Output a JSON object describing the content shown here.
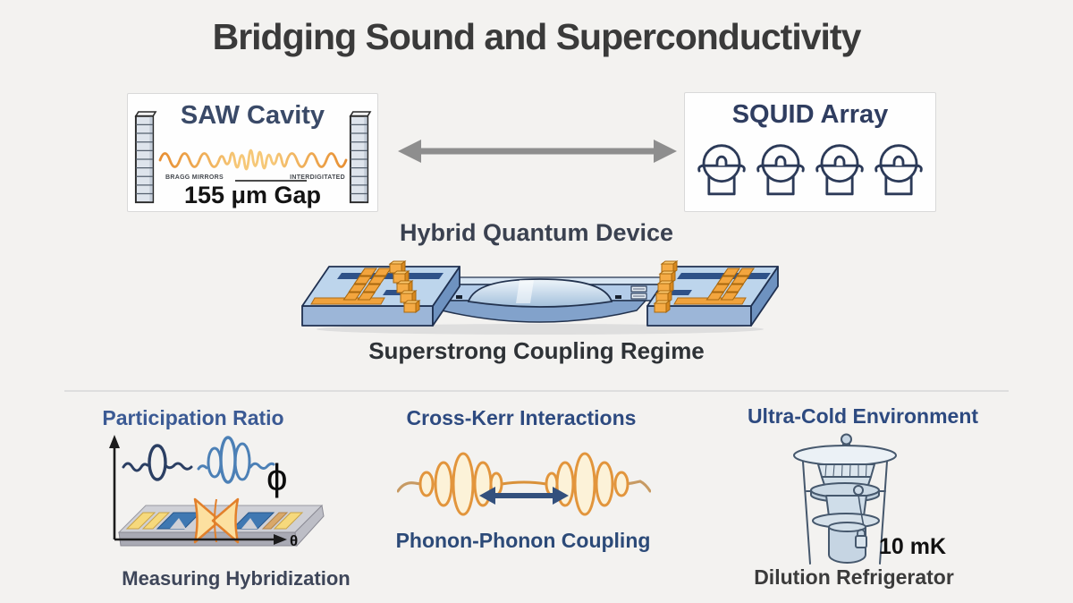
{
  "page": {
    "title": "Bridging Sound and Superconductivity"
  },
  "saw_cavity": {
    "title": "SAW Cavity",
    "left_mirror_label": "Bragg Mirrors",
    "right_mirror_label": "Interdigitated",
    "gap_label": "155 μm Gap"
  },
  "squid_array": {
    "title": "SQUID Array"
  },
  "hybrid_device": {
    "title": "Hybrid Quantum Device",
    "caption": "Superstrong Coupling Regime"
  },
  "panels": {
    "participation_ratio": {
      "title": "Participation Ratio",
      "phi_symbol": "ϕ",
      "theta_symbol": "θ",
      "caption": "Measuring Hybridization"
    },
    "cross_kerr": {
      "title": "Cross-Kerr Interactions",
      "caption": "Phonon-Phonon Coupling"
    },
    "ultra_cold": {
      "title": "Ultra-Cold Environment",
      "temperature": "10 mK",
      "caption": "Dilution Refrigerator"
    }
  },
  "colors": {
    "background": "#f3f2f0",
    "accent_orange": "#e8923a",
    "navy": "#2c3a58",
    "panel_title_blue": "#2d4a80",
    "arrow_gray": "#8e8e8e",
    "chip_blue": "#bdd5ec",
    "pad_orange": "#f3a53e"
  }
}
